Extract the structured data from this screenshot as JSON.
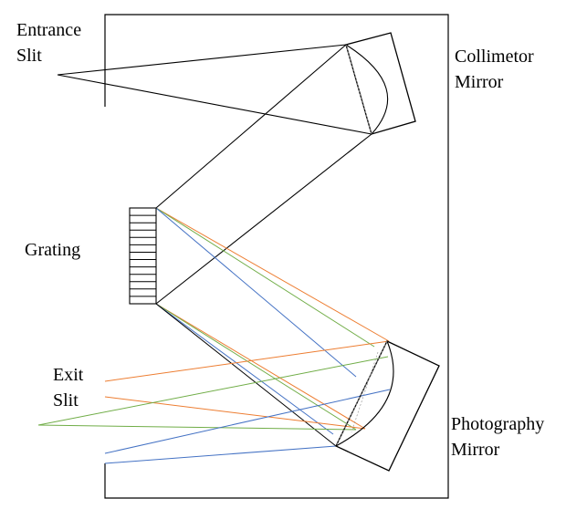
{
  "labels": {
    "entrance_slit": [
      "Entrance",
      "Slit"
    ],
    "collimator_mirror": [
      "Collimetor",
      "Mirror"
    ],
    "grating": [
      "Grating"
    ],
    "exit_slit": [
      "Exit",
      "Slit"
    ],
    "photography_mirror": [
      "Photography",
      "Mirror"
    ]
  },
  "colors": {
    "outline": "#000000",
    "construction_dotted": "#9a9a9a",
    "ray_orange": "#ed7d31",
    "ray_green": "#70ad47",
    "ray_blue": "#4472c4"
  }
}
